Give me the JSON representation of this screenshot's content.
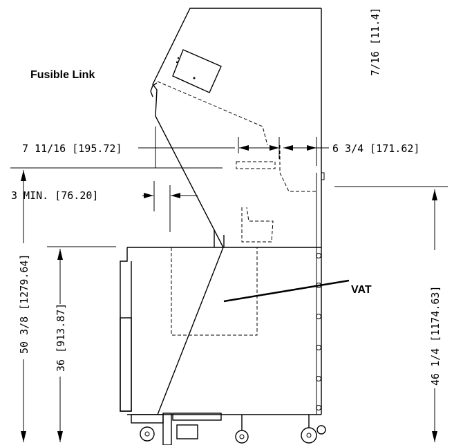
{
  "callouts": {
    "fusible_link": "Fusible Link",
    "vat": "VAT"
  },
  "dimensions": {
    "top_right": "7/16 [11.4]",
    "left_offset": "7 11/16 [195.72]",
    "right_offset": "6 3/4 [171.62]",
    "min_clearance": "3 MIN. [76.20]",
    "overall_height": "50 3/8 [1279.64]",
    "work_height": "36 [913.87]",
    "right_height": "46 1/4 [1174.63]"
  }
}
